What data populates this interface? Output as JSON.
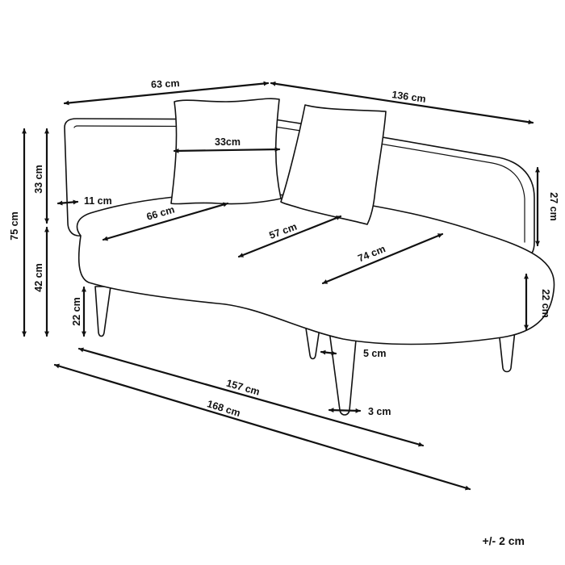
{
  "dimensions": {
    "back_depth": "63 cm",
    "overall_width": "136 cm",
    "pillow_width": "33cm",
    "back_height": "33 cm",
    "overall_height": "75 cm",
    "arm_thickness": "11 cm",
    "seat_height": "42 cm",
    "seat_depth_left": "66 cm",
    "seat_depth_middle": "57 cm",
    "seat_depth_right": "74 cm",
    "arm_height": "27 cm",
    "leg_height_left": "22 cm",
    "seat_thickness_right": "22 cm",
    "leg_top_diameter": "5 cm",
    "leg_bottom_diameter": "3 cm",
    "seat_length": "157 cm",
    "overall_length": "168 cm"
  },
  "tolerance": "+/- 2 cm"
}
